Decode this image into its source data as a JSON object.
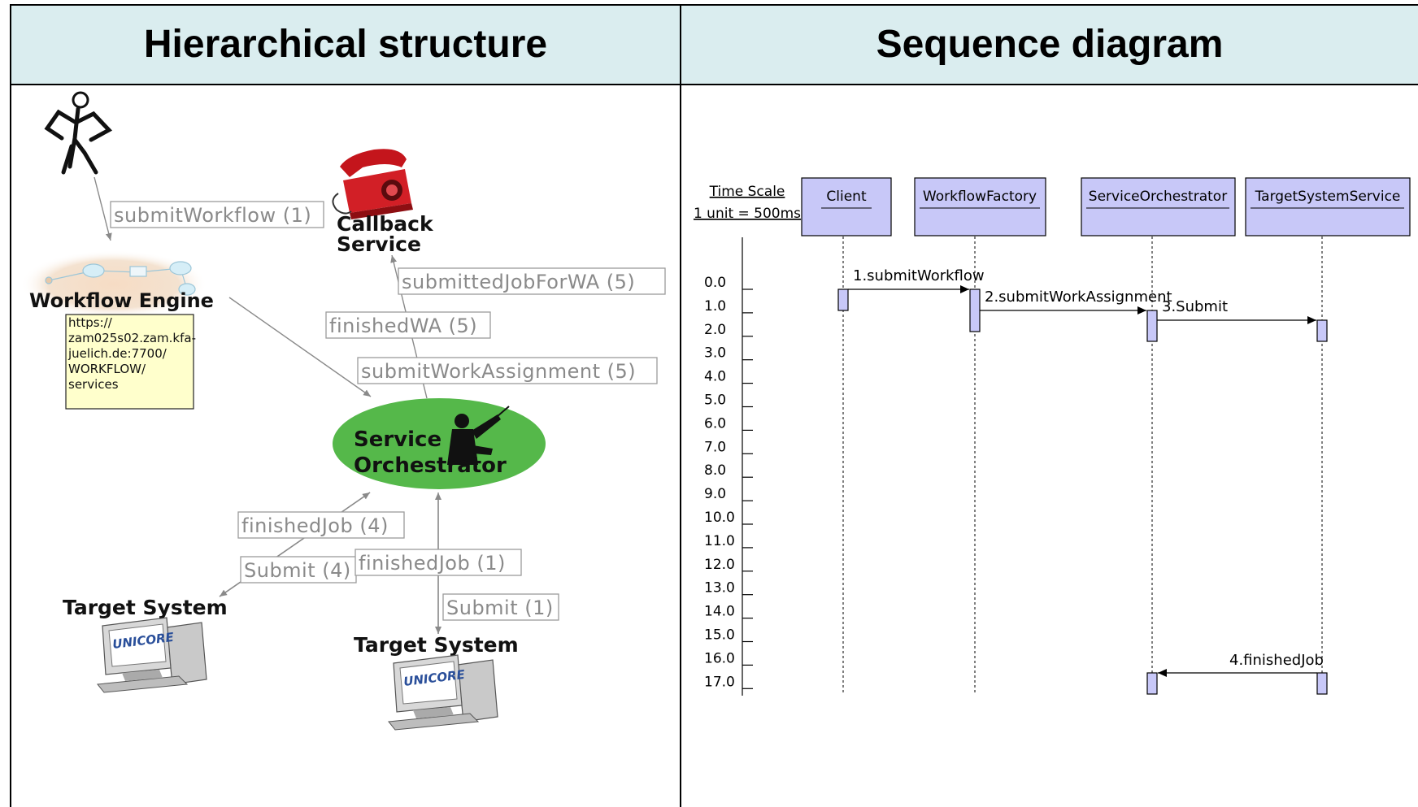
{
  "headers": {
    "left": "Hierarchical structure",
    "right": "Sequence diagram"
  },
  "hierarchy": {
    "callback_service": [
      "Callback",
      "Service"
    ],
    "workflow_engine": "Workflow Engine",
    "tooltip_lines": [
      "https://",
      "zam025s02.zam.kfa-",
      "juelich.de:7700/",
      "WORKFLOW/",
      "services"
    ],
    "service_orchestrator": [
      "Service",
      "Orchestrator"
    ],
    "target_system": "Target System",
    "unicore_logo": "UNICORE",
    "labels": {
      "submit_workflow": "submitWorkflow (1)",
      "submitted_job_for_wa": "submittedJobForWA (5)",
      "finished_wa": "finishedWA (5)",
      "submit_work_assignment": "submitWorkAssignment (5)",
      "finished_job_4": "finishedJob (4)",
      "submit_4": "Submit (4)",
      "finished_job_1": "finishedJob (1)",
      "submit_1": "Submit (1)"
    },
    "icons": [
      "stick-figure-icon",
      "red-telephone-icon",
      "workflow-network-icon",
      "conductor-icon",
      "computer-icon"
    ]
  },
  "sequence": {
    "time_scale_title": "Time Scale",
    "time_scale_unit": "1 unit = 500ms",
    "participants": [
      "Client",
      "WorkflowFactory",
      "ServiceOrchestrator",
      "TargetSystemService"
    ],
    "ticks": [
      "0.0",
      "1.0",
      "2.0",
      "3.0",
      "4.0",
      "5.0",
      "6.0",
      "7.0",
      "8.0",
      "9.0",
      "10.0",
      "11.0",
      "12.0",
      "13.0",
      "14.0",
      "15.0",
      "16.0",
      "17.0"
    ],
    "messages": [
      "1.submitWorkflow",
      "2.submitWorkAssignment",
      "3.Submit",
      "4.finishedJob"
    ],
    "colors": {
      "participant_fill": "#c8c8f8",
      "activation_fill": "#c8c8f8",
      "header_bg": "#daedef",
      "orchestrator_green": "#55b84a"
    }
  }
}
